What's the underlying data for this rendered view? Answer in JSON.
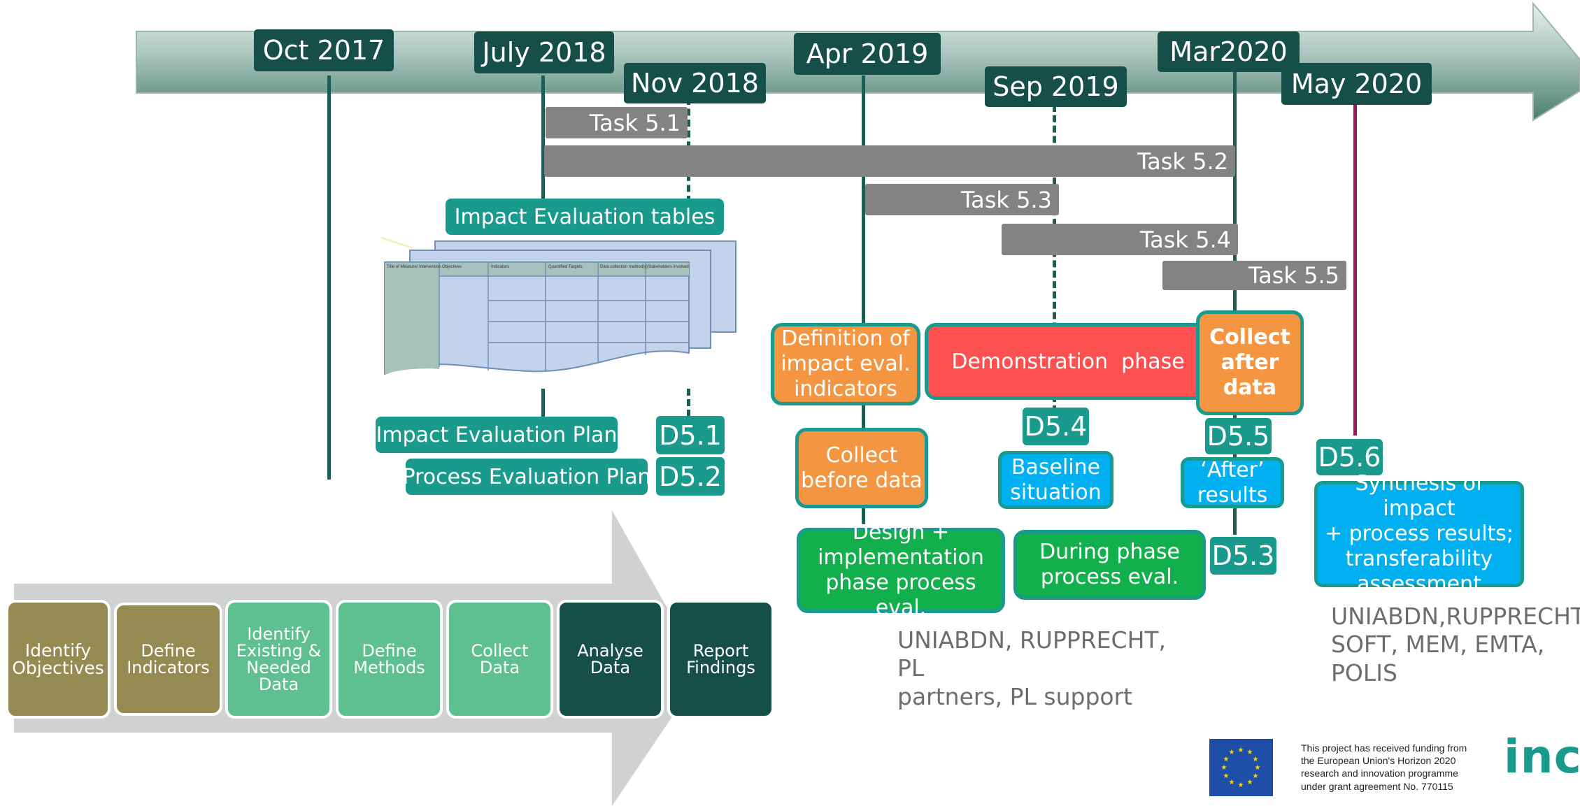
{
  "timeline": {
    "dates": {
      "d1": "Oct 2017",
      "d2": "July 2018",
      "d3": "Nov 2018",
      "d4": "Apr 2019",
      "d5": "Sep 2019",
      "d6": "Mar2020",
      "d7": "May 2020"
    },
    "arrow_colors": {
      "top": "#e8f0ee",
      "bottom": "#4b7d6f",
      "line": "#1e5d53",
      "magenta": "#a0165c"
    }
  },
  "tasks": {
    "t51": "Task 5.1",
    "t52": "Task 5.2",
    "t53": "Task 5.3",
    "t54": "Task 5.4",
    "t55": "Task 5.5"
  },
  "impact_tables": {
    "label": "Impact Evaluation tables",
    "headers": [
      "Title of Measure/ Intervention",
      "Objectives",
      "Indicators",
      "Quantified Targets",
      "Data collection method(s)",
      "Stakeholders involved"
    ]
  },
  "plans": {
    "impact": "Impact Evaluation Plan",
    "process": "Process Evaluation Plan"
  },
  "deliverables": {
    "d51": "D5.1",
    "d52": "D5.2",
    "d53": "D5.3",
    "d54": "D5.4",
    "d55": "D5.5",
    "d56": "D5.6"
  },
  "phases": {
    "definition": "Definition of\nimpact eval.\nindicators",
    "collect_before": "Collect\nbefore data",
    "design": "Design +\nimplementation\nphase process eval.",
    "demonstration": "Demonstration  phase",
    "collect_after": "Collect\nafter\ndata",
    "baseline": "Baseline\nsituation",
    "during": "During phase\nprocess eval.",
    "after_results": "‘After’\nresults",
    "synthesis": "Synthesis of impact\n+ process results;\ntransferability\nassessment"
  },
  "partners": {
    "mid": "UNIABDN, RUPPRECHT, PL\npartners, PL support",
    "right": "UNIABDN,RUPPRECHT,\nSOFT, MEM, EMTA,\nPOLIS"
  },
  "process_steps": [
    {
      "label": "Identify\nObjectives"
    },
    {
      "label": "Define\nIndicators"
    },
    {
      "label": "Identify\nExisting &\nNeeded\nData"
    },
    {
      "label": "Define\nMethods"
    },
    {
      "label": "Collect Data"
    },
    {
      "label": "Analyse\nData"
    },
    {
      "label": "Report\nFindings"
    }
  ],
  "footer": {
    "funding": "This project has received funding from\nthe European Union's Horizon 2020\nresearch and innovation programme\nunder grant agreement No. 770115",
    "logo": "incl",
    "eu_flag_color": "#1e4ea8",
    "eu_star_color": "#ffd500"
  }
}
